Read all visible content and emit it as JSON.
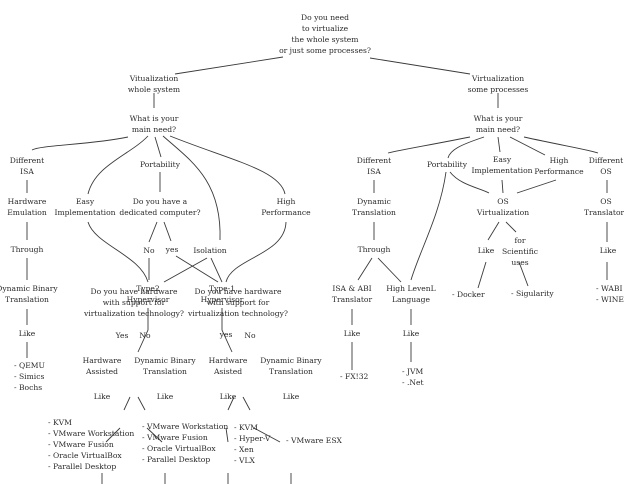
{
  "diagram": {
    "title": "Virtualization decision tree",
    "nodes": {
      "root": [
        "Do you need",
        "to virtualize",
        "the whole system",
        "or just some processes?"
      ],
      "whole": [
        "Vitualization",
        "whole system"
      ],
      "some": [
        "Virtualization",
        "some processes"
      ],
      "l_need": [
        "What is your",
        "main need?"
      ],
      "r_need": [
        "What is your",
        "main need?"
      ],
      "l_diffisa": [
        "Different",
        "ISA"
      ],
      "l_hwemu": [
        "Hardware",
        "Emulation"
      ],
      "l_through": [
        "Through"
      ],
      "l_dbt": [
        "Dynamic Binary",
        "Translation"
      ],
      "l_like": [
        "Like"
      ],
      "l_list": [
        "- QEMU",
        "- Simics",
        "- Bochs"
      ],
      "l_port": [
        "Portability"
      ],
      "l_easy": [
        "Easy",
        "Implementation"
      ],
      "l_dedicated": [
        "Do you have a",
        "dedicated computer?"
      ],
      "l_high": [
        "High",
        "Performance"
      ],
      "l_no": [
        "No"
      ],
      "l_yes": [
        "yes"
      ],
      "l_isolation": [
        "Isolation"
      ],
      "type2": [
        "Type2",
        "Hypervisor"
      ],
      "type1": [
        "Type-1",
        "Hypervisor"
      ],
      "t2_q": [
        "Do you have hardware",
        "with support for",
        "virtualization technology?"
      ],
      "t2_yes": [
        "Yes"
      ],
      "t2_no": [
        "No"
      ],
      "t2_hw": [
        "Hardware",
        "Assisted"
      ],
      "t2_dbt": [
        "Dynamic Binary",
        "Translation"
      ],
      "t2_hw_like": [
        "Like"
      ],
      "t2_dbt_like": [
        "Like"
      ],
      "t2_hw_list": [
        "- KVM",
        "- VMware Workstation",
        "- VMware Fusion",
        "- Oracle VirtualBox",
        "- Parallel Desktop"
      ],
      "t2_dbt_list": [
        "- VMware Workstation",
        "- VMware Fusion",
        "- Oracle VirtualBox",
        "- Parallel Desktop"
      ],
      "t1_q": [
        "Do you have hardware",
        "with support for",
        "virtualization technology?"
      ],
      "t1_yes": [
        "yes"
      ],
      "t1_no": [
        "No"
      ],
      "t1_hw": [
        "Hardware",
        "Asisted"
      ],
      "t1_dbt": [
        "Dynamic Binary",
        "Translation"
      ],
      "t1_hw_like": [
        "Like"
      ],
      "t1_dbt_like": [
        "Like"
      ],
      "t1_hw_list": [
        "- KVM",
        "- Hyper-V",
        "- Xen",
        "- VLX"
      ],
      "t1_dbt_list": [
        "- VMware ESX"
      ],
      "r_diffisa": [
        "Different",
        "ISA"
      ],
      "r_dyntrans": [
        "Dynamic",
        "Translation"
      ],
      "r_through": [
        "Through"
      ],
      "r_isaabi": [
        "ISA & ABI",
        "Translator"
      ],
      "r_hll": [
        "High LevenL",
        "Language"
      ],
      "r_isa_like": [
        "Like"
      ],
      "r_hll_like": [
        "Like"
      ],
      "r_isa_list": [
        "- FX!32"
      ],
      "r_hll_list": [
        "- JVM",
        "- .Net"
      ],
      "r_port": [
        "Portability"
      ],
      "r_easy": [
        "Easy",
        "Implementation"
      ],
      "r_high": [
        "High",
        "Performance"
      ],
      "r_osvirt": [
        "OS",
        "Virtualization"
      ],
      "r_os_like": [
        "Like"
      ],
      "r_sci": [
        "for",
        "Scientific",
        "uses"
      ],
      "r_docker": [
        "- Docker"
      ],
      "r_sing": [
        "- Sigularity"
      ],
      "r_diffos": [
        "Different",
        "OS"
      ],
      "r_ostrans": [
        "OS",
        "Translators"
      ],
      "r_os_like2": [
        "Like"
      ],
      "r_os_list": [
        "- WABI",
        "- WINE"
      ]
    }
  }
}
